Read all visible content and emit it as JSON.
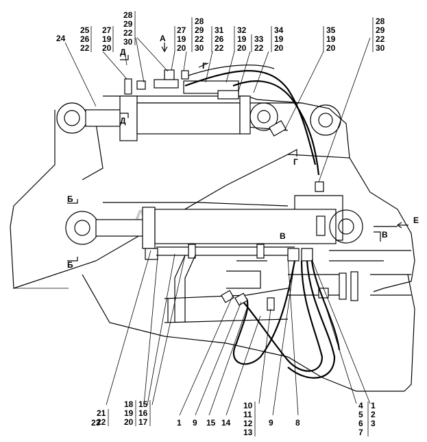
{
  "watermark": "AutoSoft",
  "views": {
    "a": "А",
    "b1": "Б",
    "b2": "Б",
    "v1": "В",
    "v2": "В",
    "g1": "Г",
    "g2": "Г",
    "d1": "Д",
    "d2": "Д",
    "e": "Е"
  },
  "top_callouts": [
    [
      "24"
    ],
    [
      "25",
      "26",
      "22"
    ],
    [
      "27",
      "19",
      "20"
    ],
    [
      "28",
      "29",
      "22",
      "30"
    ],
    [
      "27",
      "19",
      "20"
    ],
    [
      "28",
      "29",
      "22",
      "30"
    ],
    [
      "31",
      "26",
      "22"
    ],
    [
      "32",
      "19",
      "20"
    ],
    [
      "33",
      "22"
    ],
    [
      "34",
      "19",
      "20"
    ],
    [
      "35",
      "19",
      "20"
    ],
    [
      "28",
      "29",
      "22",
      "30"
    ]
  ],
  "bottom_callouts": [
    [
      "23"
    ],
    [
      "21",
      "22"
    ],
    [
      "18",
      "19",
      "20"
    ],
    [
      "15",
      "16",
      "17"
    ],
    [
      "1"
    ],
    [
      "9"
    ],
    [
      "15"
    ],
    [
      "14"
    ],
    [
      "10",
      "11",
      "12",
      "13"
    ],
    [
      "9"
    ],
    [
      "8"
    ],
    [
      "4",
      "5",
      "6",
      "7"
    ],
    [
      "1",
      "2",
      "3"
    ]
  ]
}
